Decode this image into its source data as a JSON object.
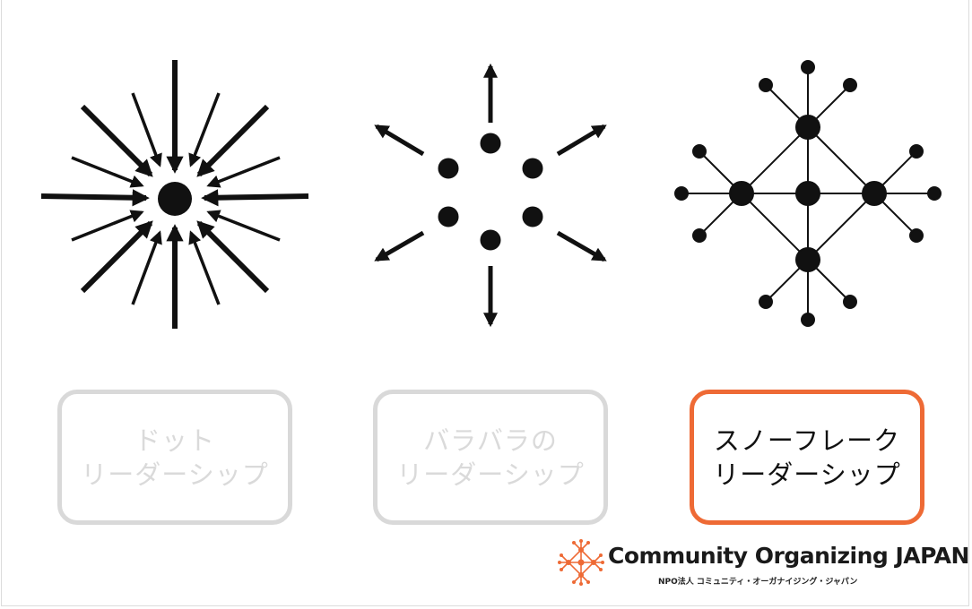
{
  "labels": {
    "dot": {
      "line1": "ドット",
      "line2": "リーダーシップ"
    },
    "scatter": {
      "line1": "バラバラの",
      "line2": "リーダーシップ"
    },
    "snowflake": {
      "line1": "スノーフレーク",
      "line2": "リーダーシップ"
    }
  },
  "logo": {
    "name": "Community Organizing JAPAN",
    "subtitle": "NPO法人 コミュニティ・オーガナイジング・ジャパン"
  },
  "colors": {
    "accent": "#ee6a35",
    "inactive": "#d9d9d9",
    "ink": "#111111"
  }
}
